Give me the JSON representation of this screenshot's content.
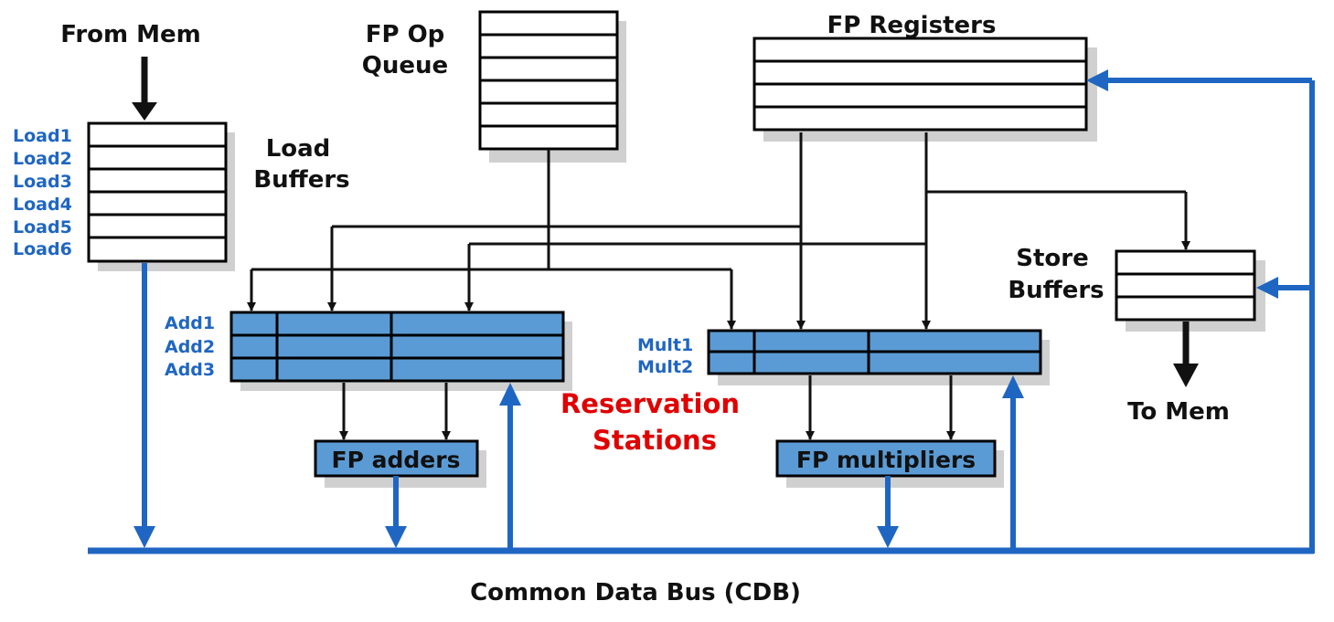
{
  "labels": {
    "from_mem": "From Mem",
    "fp_op_queue_line1": "FP Op",
    "fp_op_queue_line2": "Queue",
    "fp_registers": "FP Registers",
    "load_buffers_line1": "Load",
    "load_buffers_line2": "Buffers",
    "store_buffers_line1": "Store",
    "store_buffers_line2": "Buffers",
    "to_mem": "To Mem",
    "reservation_line1": "Reservation",
    "reservation_line2": "Stations",
    "fp_adders": "FP adders",
    "fp_multipliers": "FP multipliers",
    "cdb": "Common Data Bus (CDB)"
  },
  "load_buffers": [
    "Load1",
    "Load2",
    "Load3",
    "Load4",
    "Load5",
    "Load6"
  ],
  "add_stations": [
    "Add1",
    "Add2",
    "Add3"
  ],
  "mult_stations": [
    "Mult1",
    "Mult2"
  ],
  "colors": {
    "bus_blue": "#1f66c2",
    "station_fill": "#5b9bd5",
    "reservation_red": "#e00000"
  }
}
